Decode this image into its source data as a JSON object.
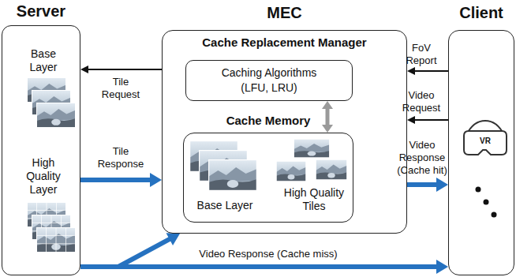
{
  "diagram": {
    "nodes": [
      {
        "text": [
          "Server"
        ]
      },
      {
        "text": [
          "MEC",
          "Cache Replacement Manager"
        ]
      },
      {
        "text": [
          "Caching Algorithms (LFU, LRU)"
        ],
        "in": 1
      },
      {
        "text": [
          "Cache Memory"
        ],
        "in": 1
      },
      {
        "text": [
          "Client"
        ]
      }
    ],
    "edges": [
      {
        "from": 4,
        "to": 1,
        "label": "FoV Report",
        "arrow": "to"
      },
      {
        "from": 4,
        "to": 1,
        "label": "Video Request",
        "arrow": "to"
      },
      {
        "from": 1,
        "to": 0,
        "label": "Tile Request",
        "arrow": "to"
      },
      {
        "from": 0,
        "to": 1,
        "label": "Tile Response",
        "arrow": "to"
      },
      {
        "from": 1,
        "to": 4,
        "label": "Video Response (Cache hit)",
        "arrow": "to"
      },
      {
        "from": 2,
        "to": 3,
        "arrow": "both"
      },
      {
        "from": 0,
        "to": 4,
        "label": "Video Response (Cache miss)",
        "arrow": "to"
      },
      {
        "from": 0,
        "to": 1,
        "arrow": "to"
      }
    ],
    "labels": [
      "Base Layer",
      "High Quality Layer",
      "Base Layer",
      "High Quality Tiles",
      "VR"
    ]
  }
}
